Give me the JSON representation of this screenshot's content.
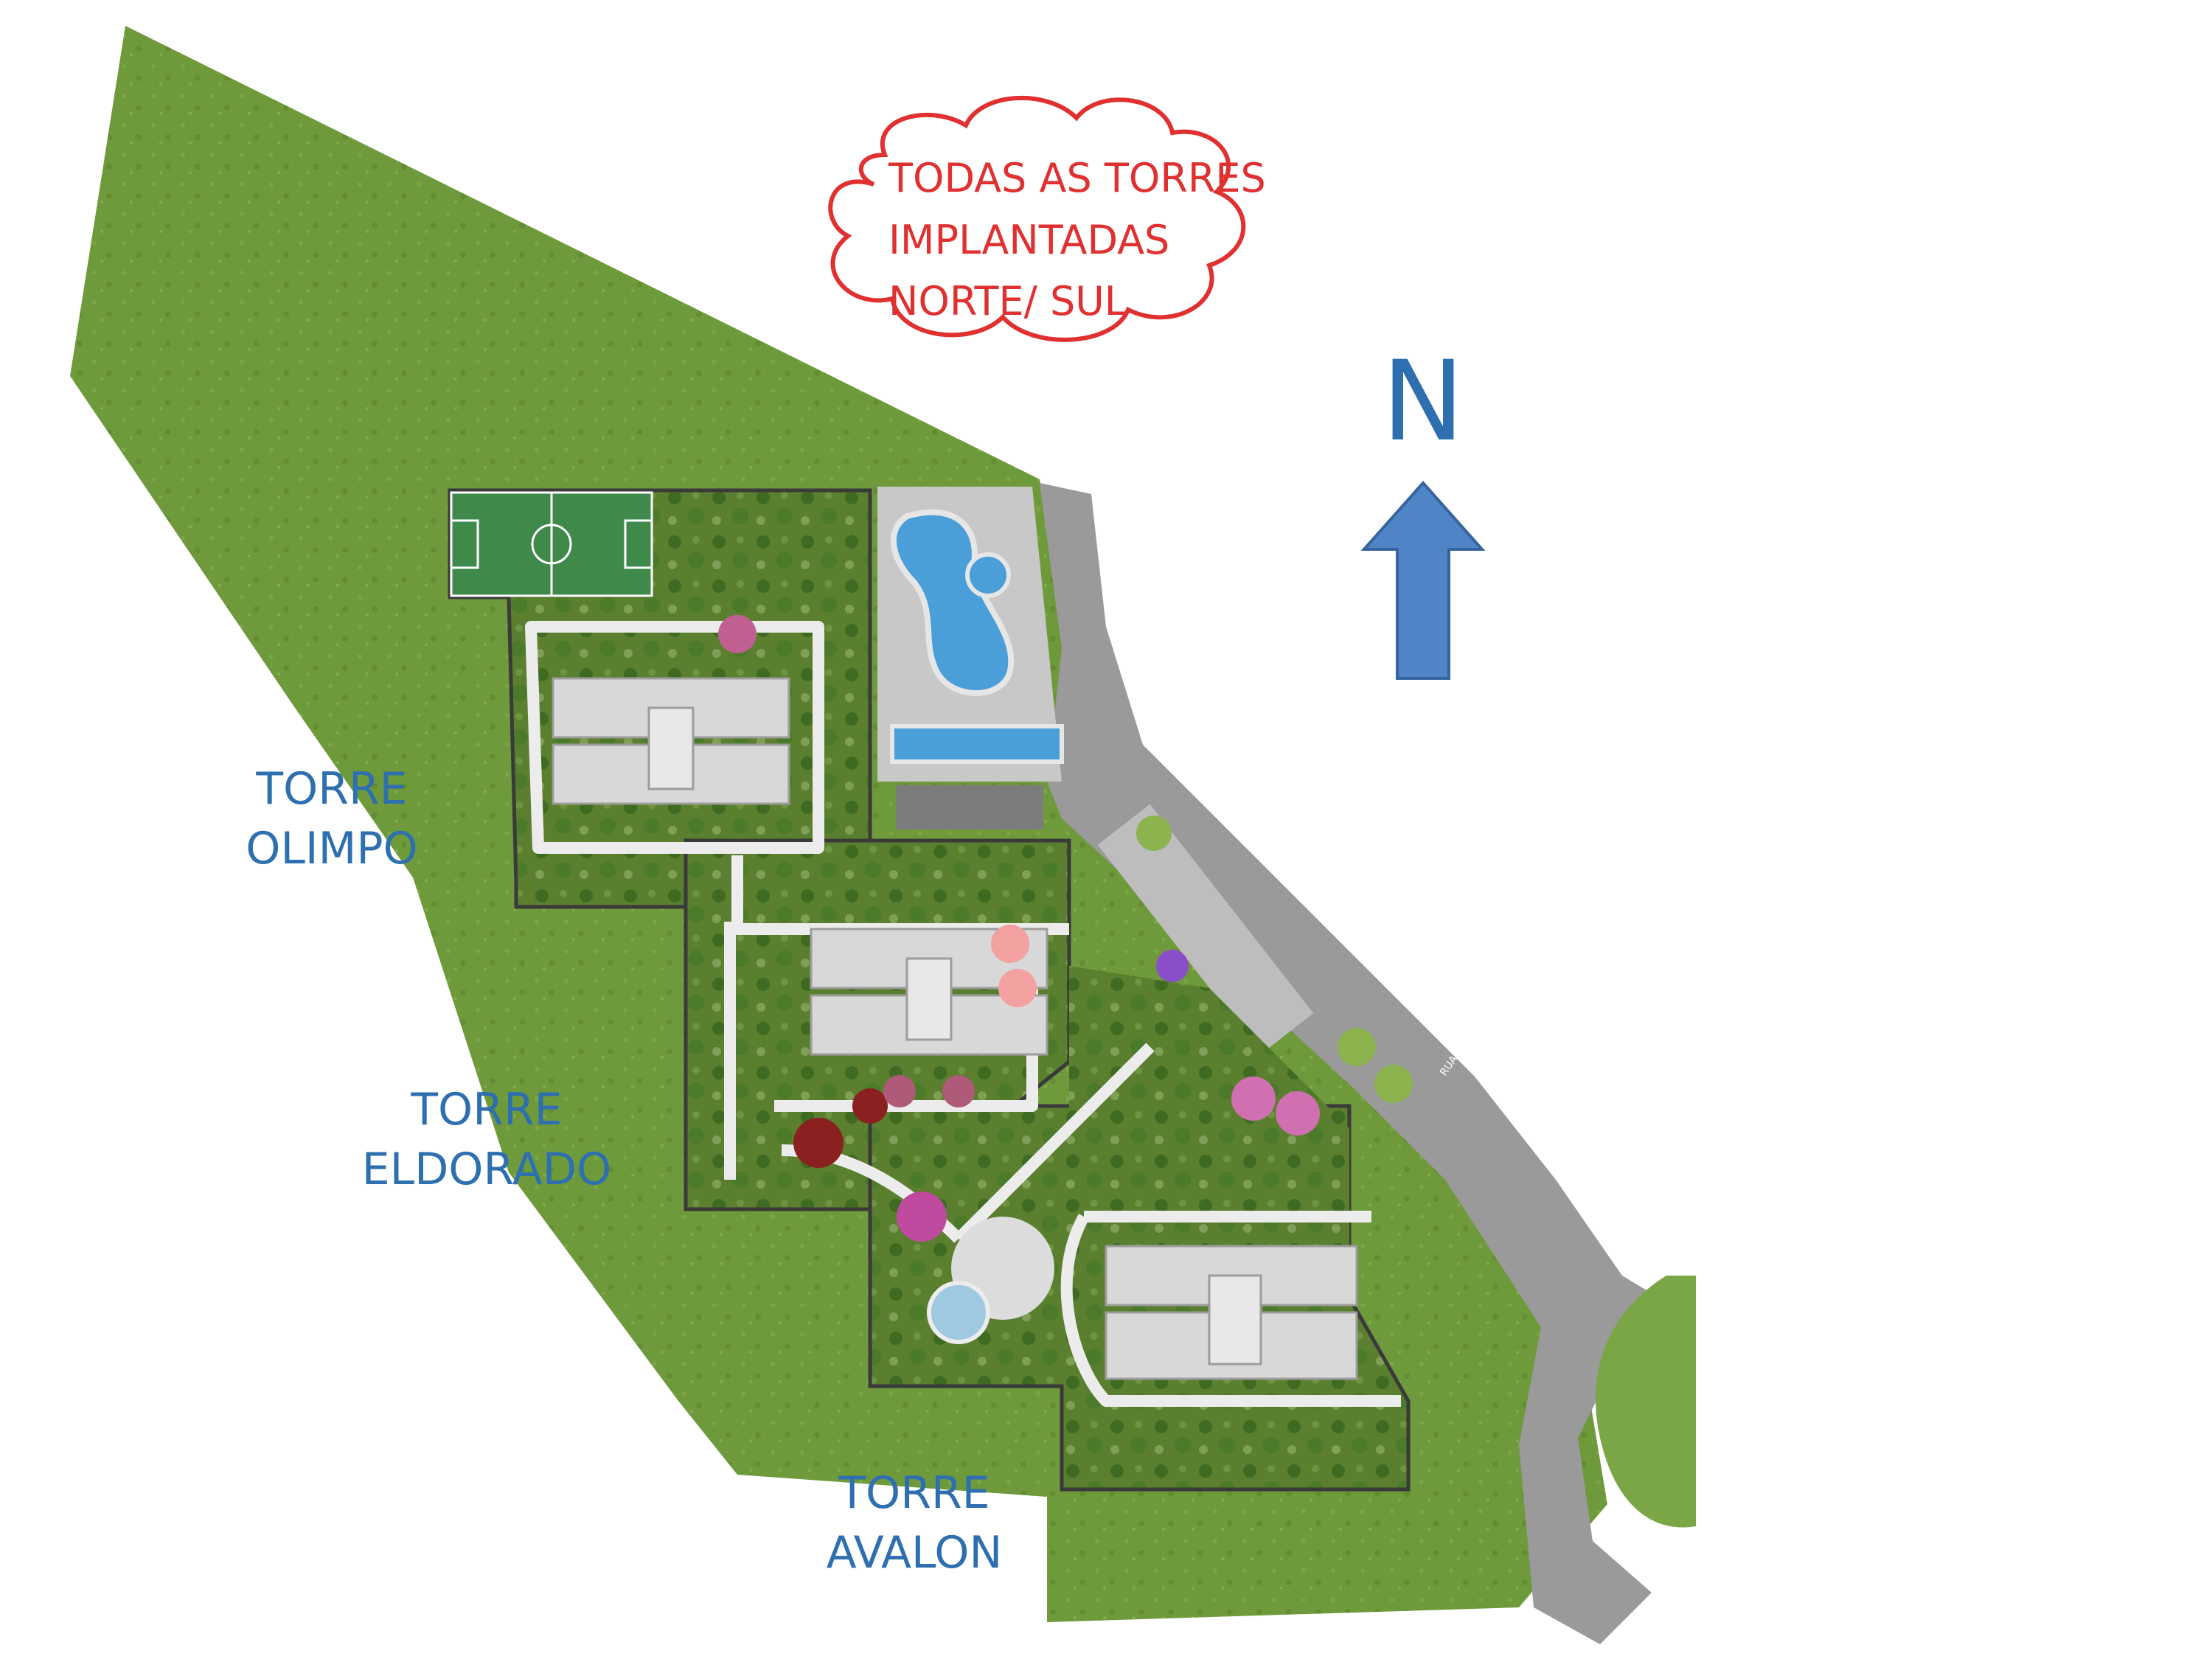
{
  "annotation": {
    "line1": "TODAS AS TORRES",
    "line2": "IMPLANTADAS",
    "line3": "NORTE/ SUL",
    "color": "#e03030"
  },
  "compass": {
    "letter": "N",
    "arrow_color": "#4f85c6",
    "icon": "north-arrow-icon"
  },
  "towers": {
    "olimpo": {
      "line1": "TORRE",
      "line2": "OLIMPO"
    },
    "eldorado": {
      "line1": "TORRE",
      "line2": "ELDORADO"
    },
    "avalon": {
      "line1": "TORRE",
      "line2": "AVALON"
    },
    "label_color": "#2e6fb0"
  },
  "map": {
    "street_label": "RUA JUNDIAÍ",
    "lawn_color": "#6f9a3c",
    "road_color": "#9a9a9a",
    "building_color": "#d8d8d8"
  }
}
